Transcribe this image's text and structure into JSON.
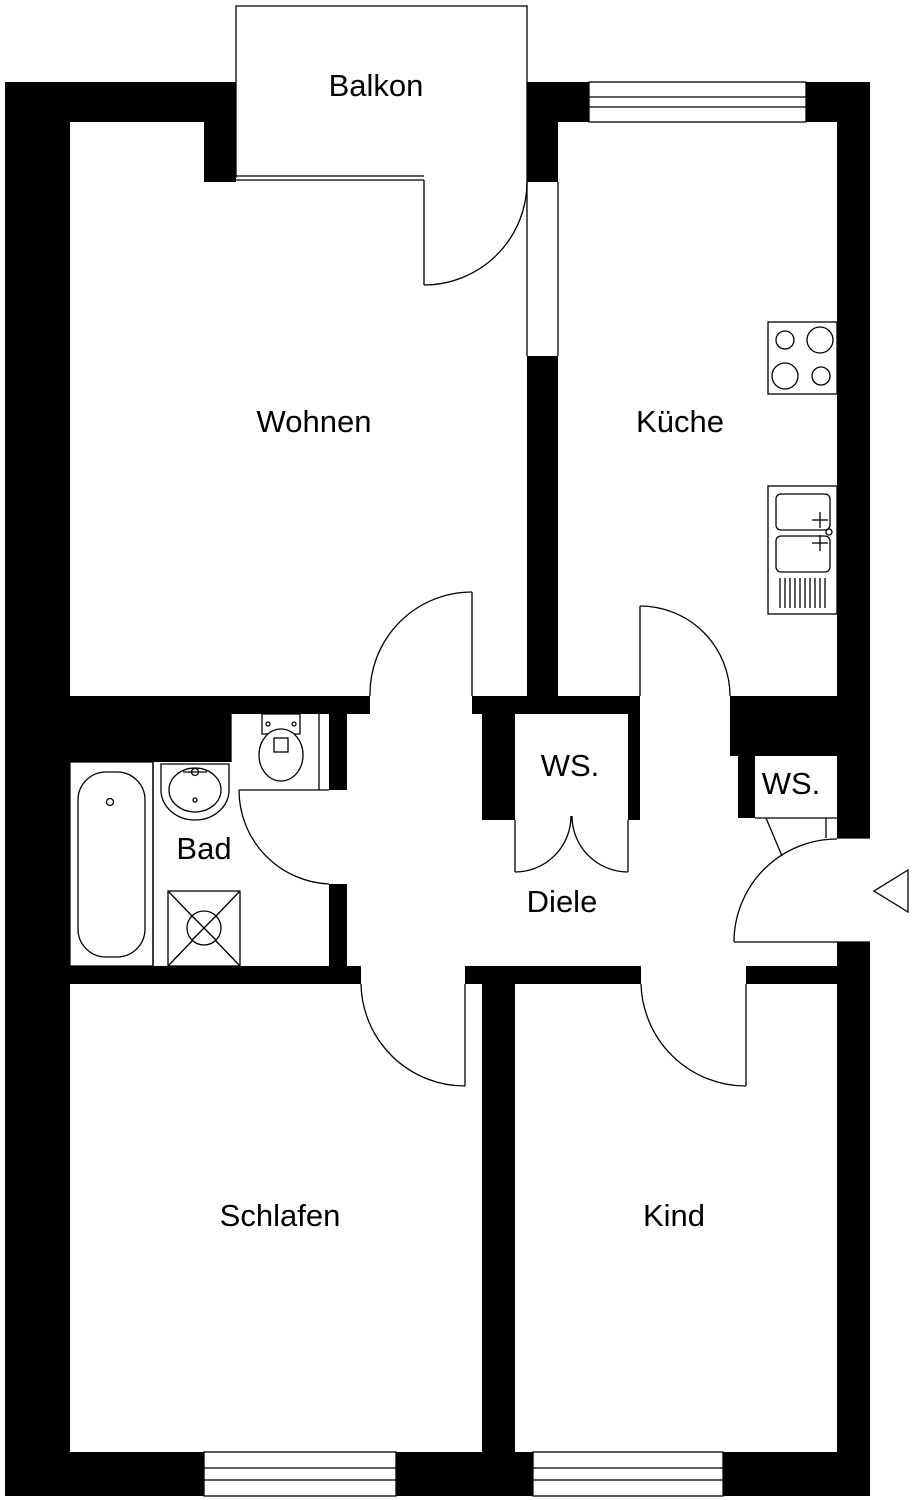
{
  "rooms": {
    "balkon": "Balkon",
    "wohnen": "Wohnen",
    "kueche": "Küche",
    "bad": "Bad",
    "ws_left": "WS.",
    "ws_right": "WS.",
    "diele": "Diele",
    "schlafen": "Schlafen",
    "kind": "Kind"
  },
  "icons": {
    "entrance": "entrance-arrow-icon",
    "stove": "stove-icon",
    "sink": "kitchen-sink-icon",
    "bathtub": "bathtub-icon",
    "washbasin": "washbasin-icon",
    "toilet": "toilet-icon",
    "shower": "shower-icon"
  },
  "colors": {
    "wall": "#000000",
    "background": "#ffffff"
  }
}
